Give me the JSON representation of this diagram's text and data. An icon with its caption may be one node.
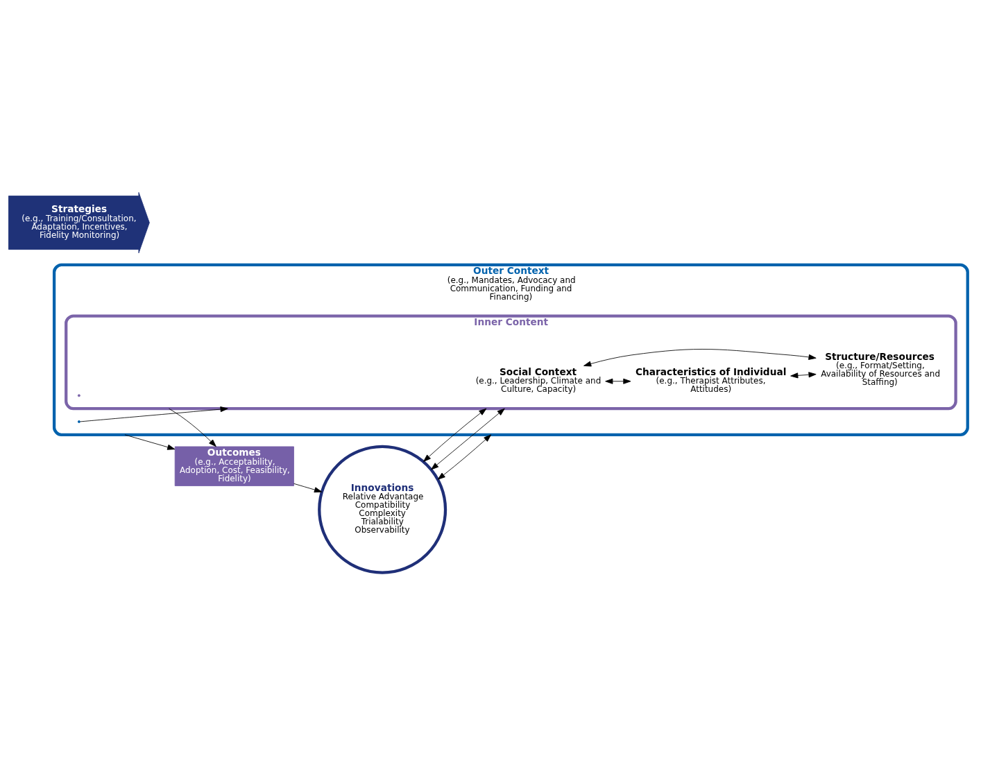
{
  "diagram": {
    "nodes": [
      {
        "text": [
          "Outer Context",
          "(e.g., Mandates, Advocacy and Communication, Funding and Financing)"
        ]
      },
      {
        "text": [
          "Inner Content"
        ],
        "in": 0
      },
      {
        "text": [
          "Social Context",
          "(e.g., Leadership, Climate and Culture, Capacity)"
        ],
        "in": 1
      },
      {
        "text": [
          "Characteristics of Individual",
          "(e.g., Therapist Attributes, Attitudes)"
        ],
        "in": 1
      },
      {
        "text": [
          "Structure/Resources",
          "(e.g., Format/Setting, Availability of Resources and Staffing)"
        ],
        "in": 1
      },
      {
        "text": [
          "Innovations",
          "Relative Advantage",
          "Compatibility",
          "Complexity",
          "Trialability",
          "Observability"
        ]
      },
      {
        "text": [
          "Strategies",
          "(e.g., Training/Consultation, Adaptation, Incentives, Fidelity Monitoring)"
        ]
      },
      {
        "text": [
          "Outcomes",
          "(e.g., Acceptability, Adoption, Cost, Feasibility, Fidelity)"
        ]
      }
    ],
    "edges": [
      {
        "from": 0,
        "to": 1,
        "arrow": "to"
      },
      {
        "from": 2,
        "to": 3,
        "arrow": "both"
      },
      {
        "from": 2,
        "to": 4,
        "arrow": "both"
      },
      {
        "from": 3,
        "to": 4,
        "arrow": "both"
      },
      {
        "from": 5,
        "to": 0,
        "arrow": "both"
      },
      {
        "from": 5,
        "to": 1,
        "arrow": "both"
      },
      {
        "from": 5,
        "to": 1,
        "arrow": "both"
      },
      {
        "from": 0,
        "to": 7,
        "arrow": "to"
      },
      {
        "from": 1,
        "to": 7,
        "arrow": "to"
      },
      {
        "from": 7,
        "to": 5,
        "arrow": "to"
      }
    ]
  }
}
